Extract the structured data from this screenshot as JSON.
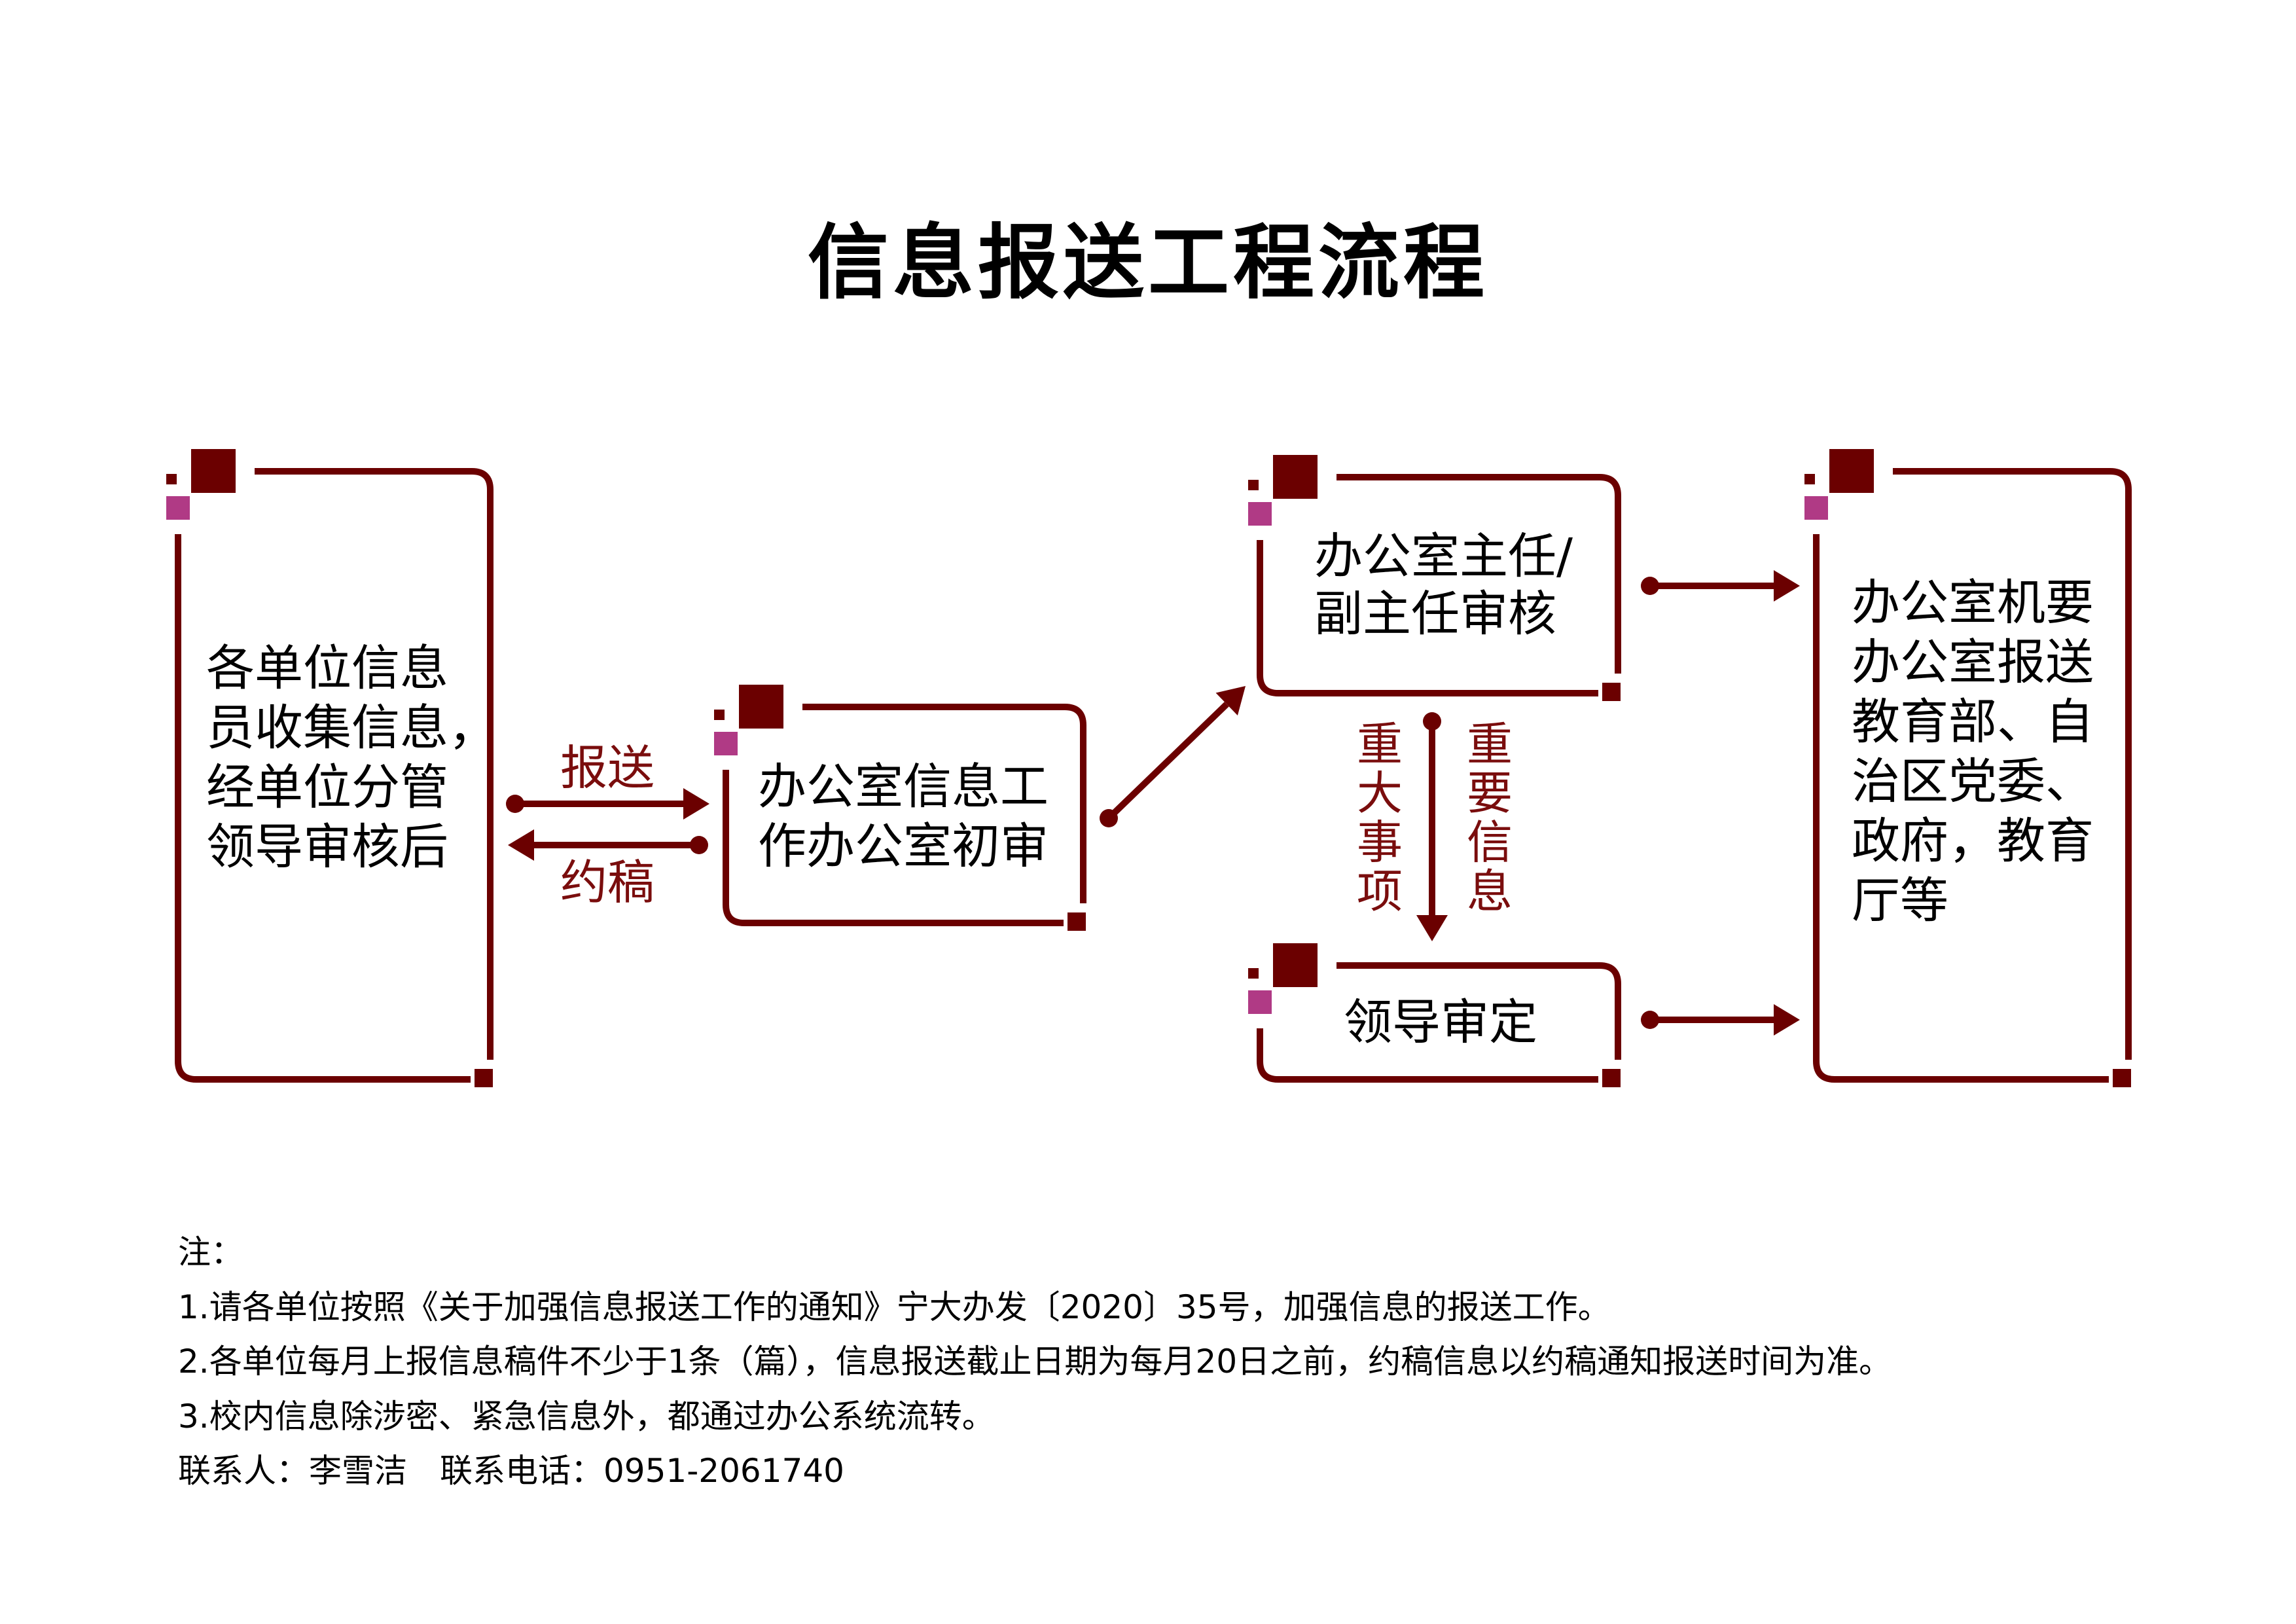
{
  "title": "信息报送工程流程",
  "colors": {
    "frame": "#6b0000",
    "accent": "#b03a85",
    "label": "#7a0d0d"
  },
  "boxes": {
    "units": [
      "各单位信息",
      "员收集信息，",
      "经单位分管",
      "领导审核后"
    ],
    "office_initial": [
      "办公室信息工",
      "作办公室初审"
    ],
    "director": [
      "办公室主任/",
      "副主任审核"
    ],
    "leader": [
      "领导审定"
    ],
    "destination": [
      "办公室机要",
      "办公室报送",
      "教育部、自",
      "治区党委、",
      "政府，教育",
      "厅等"
    ]
  },
  "arrows": {
    "submit": "报送",
    "request": "约稿",
    "major_matters": "重大事项",
    "important_info": "重要信息"
  },
  "notes": {
    "heading": "注：",
    "items": [
      "1.请各单位按照《关于加强信息报送工作的通知》宁大办发〔2020〕35号，加强信息的报送工作。",
      "2.各单位每月上报信息稿件不少于1条（篇），信息报送截止日期为每月20日之前，约稿信息以约稿通知报送时间为准。",
      "3.校内信息除涉密、紧急信息外，都通过办公系统流转。"
    ],
    "contact": "联系人：李雪洁　联系电话：0951-2061740"
  }
}
